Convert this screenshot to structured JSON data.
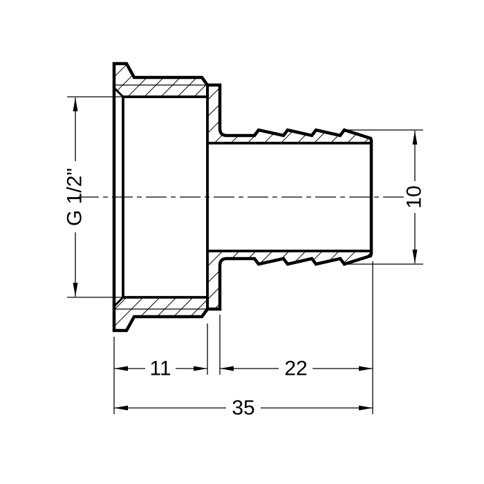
{
  "drawing": {
    "kind": "section-view-pipe-fitting",
    "dimensions": {
      "thread_size": "G 1/2\"",
      "barb_outer_diameter": "10",
      "thread_section_length": "11",
      "barb_section_length": "22",
      "overall_length": "35"
    }
  },
  "colors": {
    "line": "#000000",
    "background": "#ffffff"
  }
}
